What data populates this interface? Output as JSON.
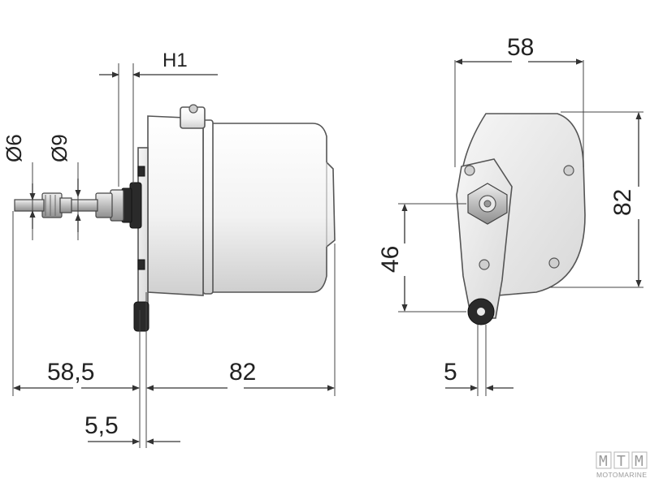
{
  "side_view": {
    "h1_label": "H1",
    "d6_label": "Ø6",
    "d9_label": "Ø9",
    "dim_58_5": "58,5",
    "dim_82": "82",
    "dim_5_5": "5,5"
  },
  "front_view": {
    "dim_58": "58",
    "dim_82": "82",
    "dim_46": "46",
    "dim_5": "5"
  },
  "logo": {
    "letters": [
      "M",
      "T",
      "M"
    ],
    "name": "MOTOMARINE"
  },
  "colors": {
    "line": "#333333",
    "body_light": "#f4f4f4",
    "body_shade": "#d6d6d6",
    "dark_part": "#2a2a2a"
  }
}
